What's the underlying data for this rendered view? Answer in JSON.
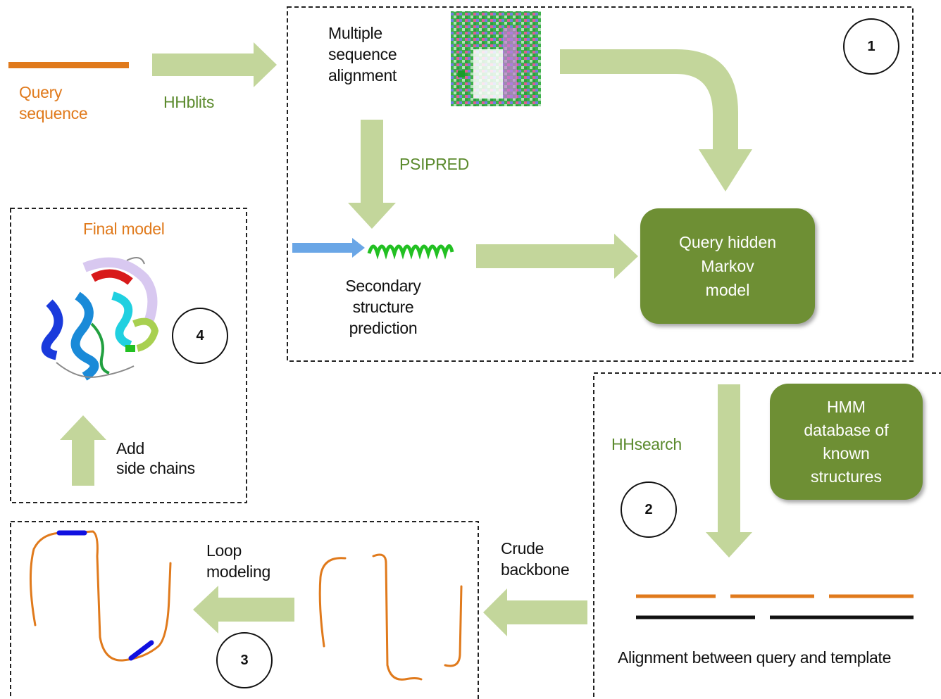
{
  "labels": {
    "query_sequence": "Query\nsequence",
    "hhblits": "HHblits",
    "msa": "Multiple\nsequence\nalignment",
    "psipred": "PSIPRED",
    "secondary": "Secondary\nstructure\nprediction",
    "final_model": "Final model",
    "add_side_chains": "Add\nside chains",
    "hhsearch": "HHsearch",
    "loop_modeling": "Loop\nmodeling",
    "crude_backbone": "Crude\nbackbone",
    "alignment_caption": "Alignment between query and template"
  },
  "boxes": {
    "query_hmm": "Query hidden\nMarkov\nmodel",
    "hmm_database": "HMM\ndatabase of\nknown\nstructures"
  },
  "steps": {
    "s1": "1",
    "s2": "2",
    "s3": "3",
    "s4": "4"
  },
  "colors": {
    "arrow": "#c3d69b",
    "box": "#6e8f34",
    "orange": "#e07a1c",
    "green_text": "#5b8a2d",
    "helix": "#22c022",
    "blue_arrow": "#6aa6e6",
    "loop_blue": "#1010e0"
  },
  "icons": [
    "msa-thumbnail-icon",
    "helix-icon",
    "protein-structure-icon"
  ]
}
